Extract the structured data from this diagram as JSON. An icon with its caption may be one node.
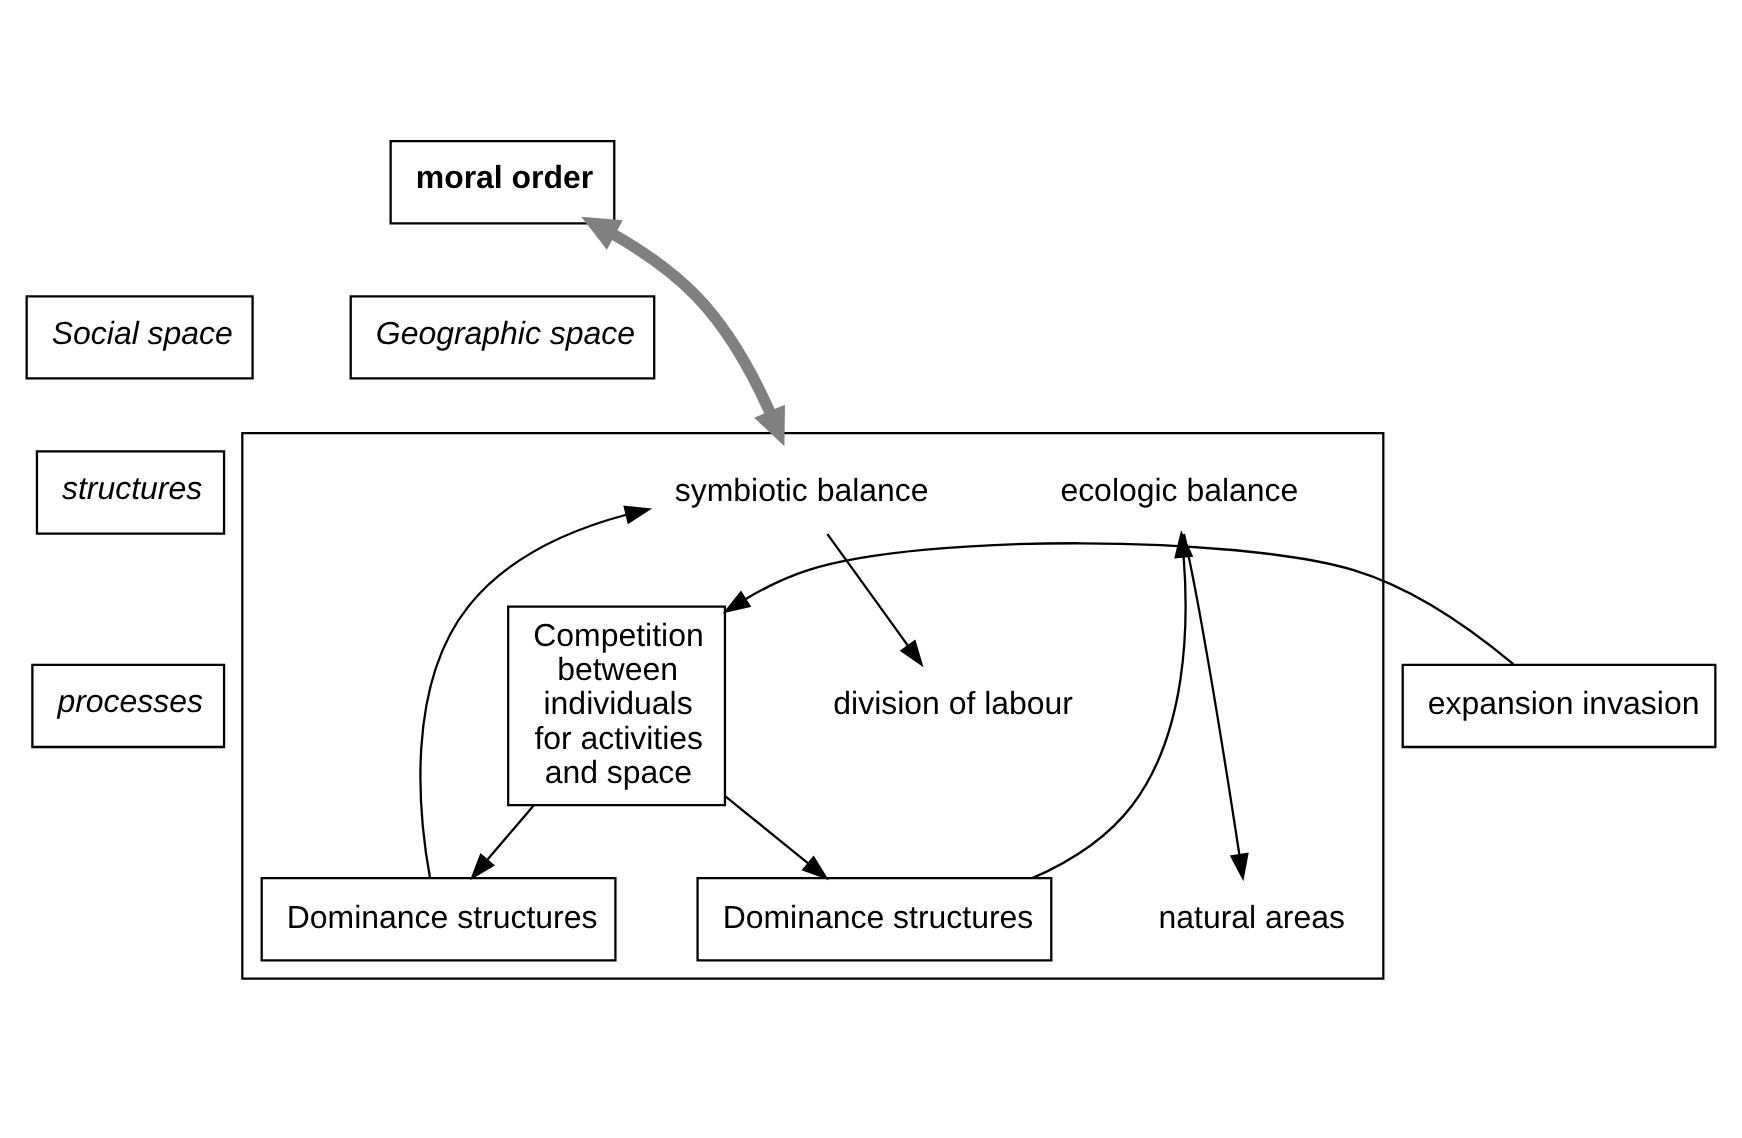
{
  "diagram": {
    "nodes": [
      {
        "text": [
          "moral order"
        ]
      },
      {
        "text": [
          "Social space"
        ]
      },
      {
        "text": [
          "Geographic space"
        ]
      },
      {
        "text": [],
        "shape": "box"
      },
      {
        "text": [
          "structures"
        ]
      },
      {
        "text": [
          "symbiotic balance"
        ],
        "in": 3
      },
      {
        "text": [
          "division of labour"
        ],
        "in": 3
      },
      {
        "text": [
          "ecologic balance"
        ],
        "in": 3
      },
      {
        "text": [
          "natural areas"
        ],
        "in": 3
      },
      {
        "text": [
          "Dominance structures"
        ],
        "in": 3
      },
      {
        "text": [
          "Dominance structures"
        ],
        "in": 3
      },
      {
        "text": [
          "processes"
        ]
      },
      {
        "text": [
          "Competition between individuals for activities and space"
        ],
        "in": 3
      },
      {
        "text": [
          "expansion invasion"
        ]
      }
    ],
    "edges": [
      {
        "from": 0,
        "to": 3,
        "arrow": "both",
        "style": "thick",
        "color": "#808080"
      },
      {
        "from": 5,
        "to": 6,
        "arrow": "to"
      },
      {
        "from": 7,
        "to": 8,
        "arrow": "to"
      },
      {
        "from": 9,
        "to": 5,
        "arrow": "to"
      },
      {
        "from": 10,
        "to": 7,
        "arrow": "to"
      },
      {
        "from": 12,
        "to": 9,
        "arrow": "to"
      },
      {
        "from": 12,
        "to": 10,
        "arrow": "to"
      },
      {
        "from": 13,
        "to": 12,
        "arrow": "to"
      }
    ]
  }
}
